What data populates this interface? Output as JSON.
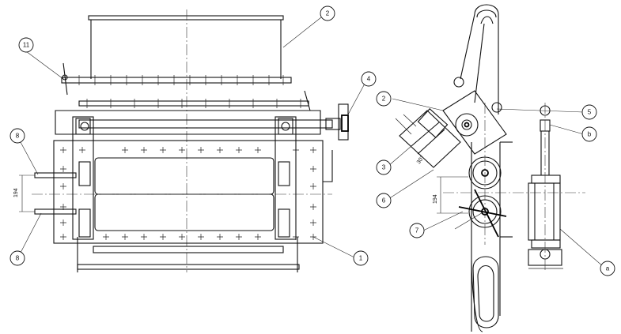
{
  "callouts": {
    "c11": "11",
    "c2_left": "2",
    "c4": "4",
    "c8_top": "8",
    "c8_bottom": "8",
    "c1": "1",
    "c2_right": "2",
    "c3": "3",
    "c6": "6",
    "c7": "7",
    "c5": "5",
    "cb": "b",
    "ca": "a"
  },
  "dimensions": {
    "left_height": "194",
    "right_height": "194",
    "right_diag": "30°"
  }
}
